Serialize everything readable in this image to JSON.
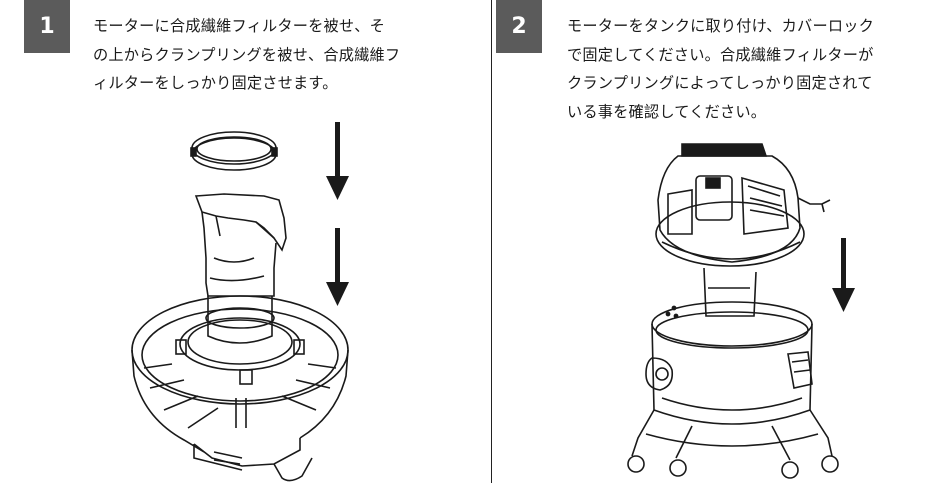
{
  "steps": [
    {
      "number": "1",
      "lines": [
        "モーターに合成繊維フィルターを被せ、そ",
        "の上からクランプリングを被せ、合成繊維フ",
        "ィルターをしっかり固定させます。"
      ],
      "illustration": "motor-filter-clamp-ring-assembly"
    },
    {
      "number": "2",
      "lines": [
        "モーターをタンクに取り付け、カバーロック",
        "で固定してください。合成繊維フィルターが",
        "クランプリングによってしっかり固定されて",
        "いる事を確認してください。"
      ],
      "illustration": "motor-mounted-on-tank"
    }
  ],
  "colors": {
    "badge_bg": "#5b5b5b",
    "badge_text": "#ffffff",
    "text": "#1a1a1a",
    "line_art": "#1a1a1a"
  }
}
